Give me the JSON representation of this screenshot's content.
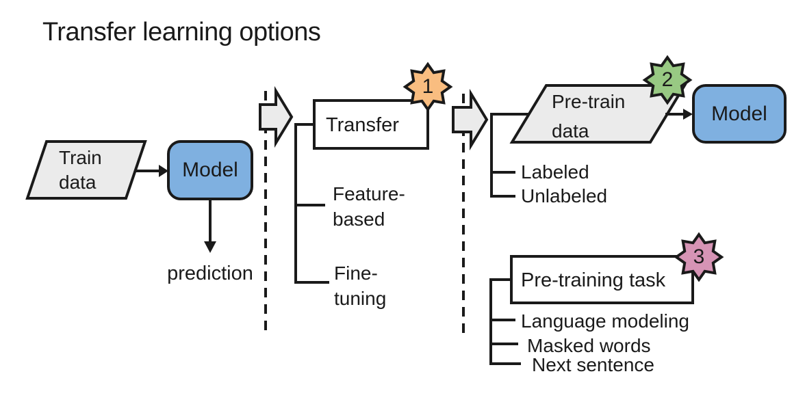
{
  "title": "Transfer learning options",
  "baseline_flow": {
    "train_data_label": "Train\ndata",
    "model_label": "Model",
    "prediction_label": "prediction"
  },
  "option1": {
    "badge": "1",
    "node_label": "Transfer",
    "child1_label": "Feature-\nbased",
    "child2_label": "Fine-\ntuning"
  },
  "option2": {
    "badge": "2",
    "node_label": "Pre-train\ndata",
    "model_label": "Model",
    "child1_label": "Labeled",
    "child2_label": "Unlabeled"
  },
  "option3": {
    "badge": "3",
    "node_label": "Pre-training task",
    "child1_label": "Language modeling",
    "child2_label": "Masked words",
    "child3_label": "Next sentence"
  },
  "colors": {
    "ink": "#1a1a1a",
    "shape_gray": "#ebebeb",
    "model_blue": "#7fb0e0",
    "badge1_orange": "#f9bd80",
    "badge2_green": "#98c983",
    "badge3_pink": "#d694b5"
  }
}
